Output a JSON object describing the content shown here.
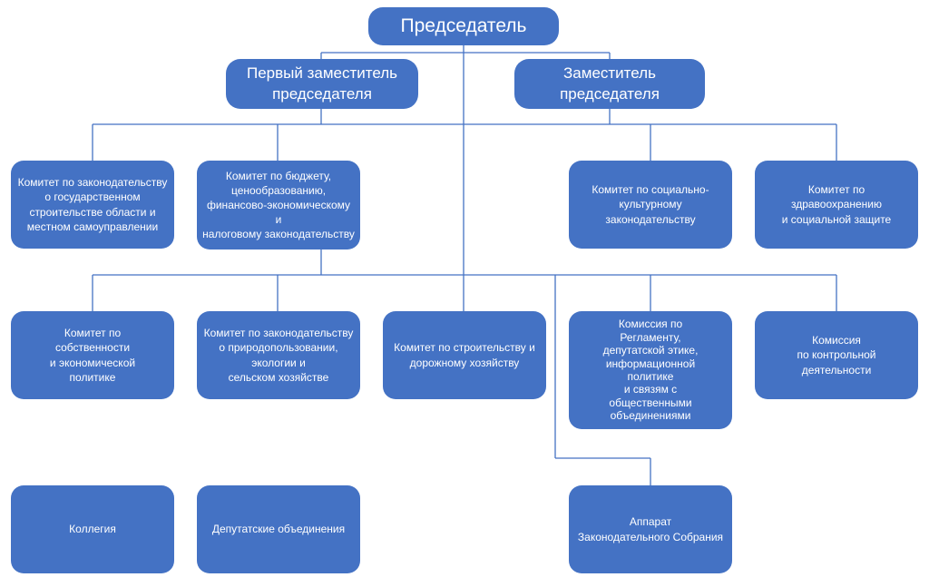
{
  "chairman": "Председатель",
  "first_deputy": "Первый заместитель\nпредседателя",
  "deputy": "Заместитель\nпредседателя",
  "row1": {
    "legislation_committee": "Комитет по законодательству\nо государственном\nстроительстве области и\nместном самоуправлении",
    "budget_committee": "Комитет по бюджету,\nценообразованию,\nфинансово-экономическому\nи\nналоговому законодательству",
    "social_culture_committee": "Комитет по социально-\nкультурному\nзаконодательству",
    "health_committee": "Комитет по\nздравоохранению\nи социальной защите"
  },
  "row2": {
    "property_committee": "Комитет по\nсобственности\nи экономической\nполитике",
    "nature_committee": "Комитет по законодательству\nо природопользовании,\nэкологии и\nсельском хозяйстве",
    "construction_committee": "Комитет по строительству и\nдорожному хозяйству",
    "reglament_commission": "Комиссия по\nРегламенту,\nдепутатской этике,\nинформационной\nполитике\nи связям с\nобщественными\nобъединениями",
    "control_commission": "Комиссия\nпо контрольной\nдеятельности"
  },
  "row3": {
    "collegium": "Коллегия",
    "deputy_associations": "Депутатские объединения",
    "apparatus": "Аппарат\nЗаконодательного Собрания"
  },
  "colors": {
    "box_fill": "#4472c4",
    "box_text": "#ffffff",
    "connector": "#4472c4"
  }
}
